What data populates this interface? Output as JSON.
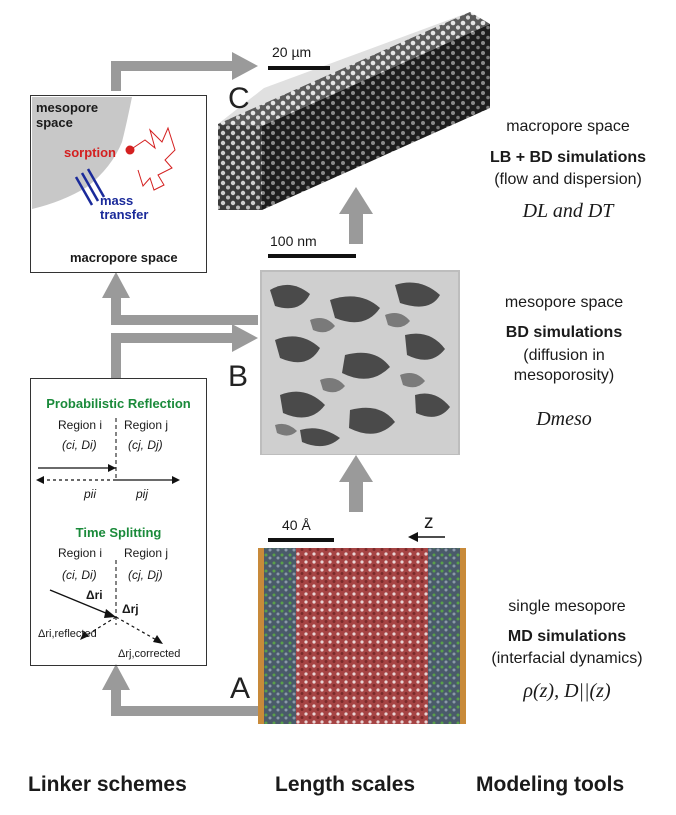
{
  "panel_letters": {
    "a": "A",
    "b": "B",
    "c": "C"
  },
  "scale_bars": {
    "c": "20 µm",
    "b": "100 nm",
    "a": "40 Å",
    "axis": "z"
  },
  "linker_top": {
    "mesopore": "mesopore\nspace",
    "sorption": "sorption",
    "mass_transfer": "mass\ntransfer",
    "macropore": "macropore space"
  },
  "linker_bottom": {
    "title1": "Probabilistic Reflection",
    "title2": "Time Splitting",
    "region_i": "Region i",
    "region_j": "Region j",
    "ci_di": "(ci, Di)",
    "cj_dj": "(cj, Dj)",
    "p_ii": "pii",
    "p_ij": "pij",
    "dr_i": "Δri",
    "dr_j": "Δrj",
    "dr_reflected": "Δri,reflected",
    "dr_corrected": "Δrj,corrected"
  },
  "tools": {
    "c": {
      "title": "macropore space",
      "method": "LB + BD simulations",
      "desc": "(flow and dispersion)",
      "out": "DL and DT"
    },
    "b": {
      "title": "mesopore space",
      "method": "BD simulations",
      "desc1": "(diffusion in",
      "desc2": "mesoporosity)",
      "out": "Dmeso"
    },
    "a": {
      "title": "single mesopore",
      "method": "MD simulations",
      "desc": "(interfacial dynamics)",
      "out": "ρ(z), D||(z)"
    }
  },
  "footer": {
    "left": "Linker schemes",
    "mid": "Length scales",
    "right": "Modeling tools"
  },
  "colors": {
    "arrow": "#9a9a9a",
    "red": "#d42020",
    "blue": "#1a2a9a",
    "green": "#1a8a3a",
    "gray": "#c8c8c8"
  }
}
